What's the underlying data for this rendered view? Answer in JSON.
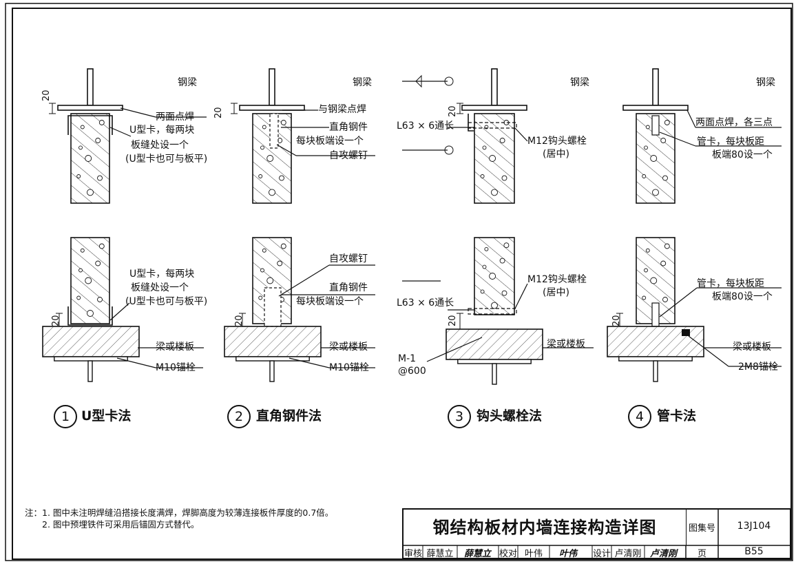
{
  "details": [
    {
      "number": "1",
      "name": "U型卡法",
      "top": {
        "dim": "20",
        "labels": [
          "钢梁",
          "两面点焊",
          "U型卡，每两块",
          "板缝处设一个",
          "(U型卡也可与板平)"
        ]
      },
      "bottom": {
        "dim": "20",
        "labels": [
          "U型卡，每两块",
          "板缝处设一个",
          "(U型卡也可与板平)",
          "梁或楼板",
          "M10锚栓"
        ]
      }
    },
    {
      "number": "2",
      "name": "直角钢件法",
      "top": {
        "dim": "20",
        "labels": [
          "钢梁",
          "与钢梁点焊",
          "直角钢件",
          "每块板端设一个",
          "自攻螺钉"
        ]
      },
      "bottom": {
        "dim": "20",
        "labels": [
          "自攻螺钉",
          "直角钢件",
          "每块板端设一个",
          "梁或楼板",
          "M10锚栓"
        ]
      }
    },
    {
      "number": "3",
      "name": "钩头螺栓法",
      "top": {
        "dim": "20",
        "labels": [
          "钢梁",
          "L63 × 6通长",
          "M12钩头螺栓",
          "(居中)"
        ]
      },
      "bottom": {
        "dim": "20",
        "labels": [
          "M12钩头螺栓",
          "(居中)",
          "L63 × 6通长",
          "梁或楼板",
          "M-1",
          "@600"
        ]
      }
    },
    {
      "number": "4",
      "name": "管卡法",
      "top": {
        "dim": "20",
        "labels": [
          "钢梁",
          "两面点焊，各三点",
          "管卡，每块板距",
          "板端80设一个"
        ]
      },
      "bottom": {
        "dim": "20",
        "labels": [
          "管卡，每块板距",
          "板端80设一个",
          "梁或楼板",
          "2M8锚栓"
        ]
      }
    }
  ],
  "notes": {
    "prefix": "注：",
    "items": [
      "1. 图中未注明焊缝沿搭接长度满焊，焊脚高度为较薄连接板件厚度的0.7倍。",
      "2. 图中预埋铁件可采用后锚固方式替代。"
    ]
  },
  "title_block": {
    "title": "钢结构板材内墙连接构造详图",
    "atlas_label": "图集号",
    "atlas_no": "13J104",
    "page_label": "页",
    "page_no": "B55",
    "review_label": "审核",
    "reviewer": "薛慧立",
    "check_label": "校对",
    "checker": "叶伟",
    "design_label": "设计",
    "designer": "卢清刚"
  }
}
